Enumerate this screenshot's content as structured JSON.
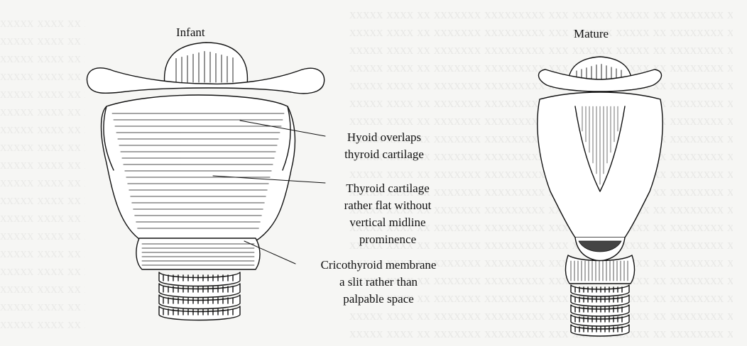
{
  "panels": {
    "infant": {
      "title": "Infant"
    },
    "mature": {
      "title": "Mature"
    }
  },
  "annotations": {
    "hyoid": [
      "Hyoid overlaps",
      "thyroid cartilage"
    ],
    "thyroid": [
      "Thyroid cartilage",
      "rather flat without",
      "vertical midline",
      "prominence"
    ],
    "cricothyroid": [
      "Cricothyroid membrane",
      "a slit rather than",
      "palpable space"
    ]
  }
}
